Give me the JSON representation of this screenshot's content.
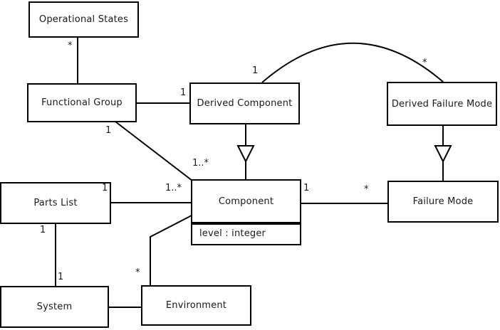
{
  "diagram_type": "uml-class-diagram",
  "colors": {
    "line": "#000000",
    "background": "#ffffff",
    "text": "#1a1a1a"
  },
  "classes": {
    "operational_states": {
      "name": "Operational States"
    },
    "functional_group": {
      "name": "Functional Group"
    },
    "derived_component": {
      "name": "Derived Component"
    },
    "derived_failure_mode": {
      "name": "Derived Failure Mode"
    },
    "parts_list": {
      "name": "Parts List"
    },
    "component": {
      "name": "Component",
      "attribute": "level : integer"
    },
    "failure_mode": {
      "name": "Failure Mode"
    },
    "system": {
      "name": "System"
    },
    "environment": {
      "name": "Environment"
    }
  },
  "multiplicities": {
    "operational_states_end": "*",
    "fg_derived_component_end": "1",
    "arc_derived_component_end": "1",
    "arc_derived_failure_mode_end": "*",
    "fg_component_fg_end": "1",
    "fg_component_comp_end": "1..*",
    "parts_list_comp_pl_end": "1",
    "parts_list_comp_comp_end": "1..*",
    "comp_failure_mode_comp_end": "1",
    "comp_failure_mode_fm_end": "*",
    "parts_list_system_pl_end": "1",
    "parts_list_system_sys_end": "1",
    "environment_comp_env_end": "*"
  },
  "associations": [
    {
      "from": "Operational States",
      "to": "Functional Group",
      "type": "association",
      "from_multiplicity": "*"
    },
    {
      "from": "Functional Group",
      "to": "Derived Component",
      "type": "association",
      "from_multiplicity": "1"
    },
    {
      "from": "Derived Component",
      "to": "Derived Failure Mode",
      "type": "association-arc",
      "from_multiplicity": "1",
      "to_multiplicity": "*"
    },
    {
      "from": "Functional Group",
      "to": "Component",
      "type": "association",
      "from_multiplicity": "1",
      "to_multiplicity": "1..*"
    },
    {
      "from": "Parts List",
      "to": "Component",
      "type": "association",
      "from_multiplicity": "1",
      "to_multiplicity": "1..*"
    },
    {
      "from": "Component",
      "to": "Failure Mode",
      "type": "association",
      "from_multiplicity": "1",
      "to_multiplicity": "*"
    },
    {
      "from": "Parts List",
      "to": "System",
      "type": "association",
      "from_multiplicity": "1",
      "to_multiplicity": "1"
    },
    {
      "from": "System",
      "to": "Environment",
      "type": "association"
    },
    {
      "from": "Environment",
      "to": "Component",
      "type": "association",
      "from_multiplicity": "*"
    },
    {
      "from": "Derived Component",
      "to": "Component",
      "type": "generalization"
    },
    {
      "from": "Derived Failure Mode",
      "to": "Failure Mode",
      "type": "generalization"
    }
  ]
}
